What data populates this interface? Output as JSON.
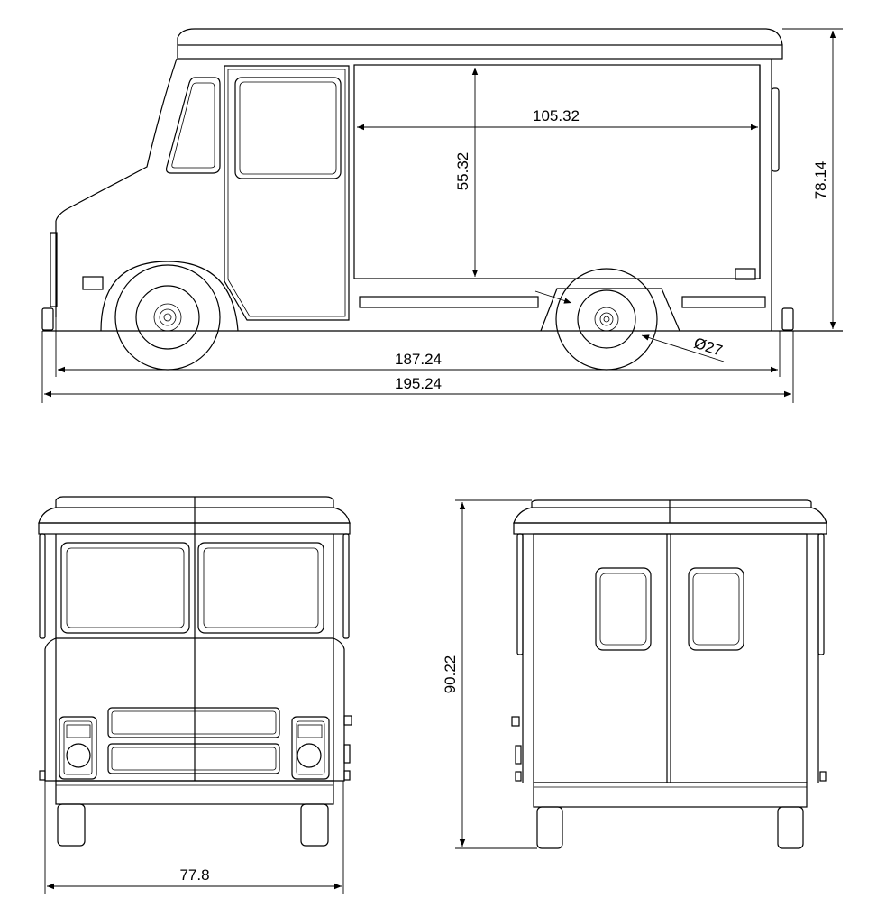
{
  "dimensions": {
    "side_inner_length": "187.24",
    "side_overall_length": "195.24",
    "side_height": "78.14",
    "cargo_width": "105.32",
    "cargo_height": "55.32",
    "wheel_diameter": "Ø27",
    "front_width": "77.8",
    "rear_height": "90.22"
  }
}
